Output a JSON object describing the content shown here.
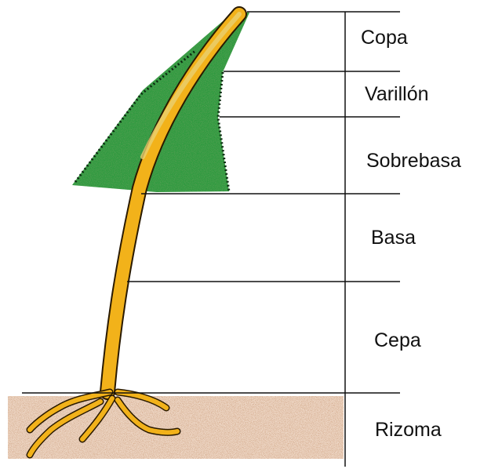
{
  "segments": [
    {
      "key": "copa",
      "label": "Copa"
    },
    {
      "key": "varillon",
      "label": "Varillón"
    },
    {
      "key": "sobrebasa",
      "label": "Sobrebasa"
    },
    {
      "key": "basa",
      "label": "Basa"
    },
    {
      "key": "cepa",
      "label": "Cepa"
    },
    {
      "key": "rizoma",
      "label": "Rizoma"
    }
  ],
  "colors": {
    "foliage": "#2e9a3f",
    "foliage_dark": "#0b2a10",
    "stem": "#f2b21a",
    "stem_outline": "#2a1a00",
    "soil": "#c98a63",
    "lines": "#111111"
  }
}
